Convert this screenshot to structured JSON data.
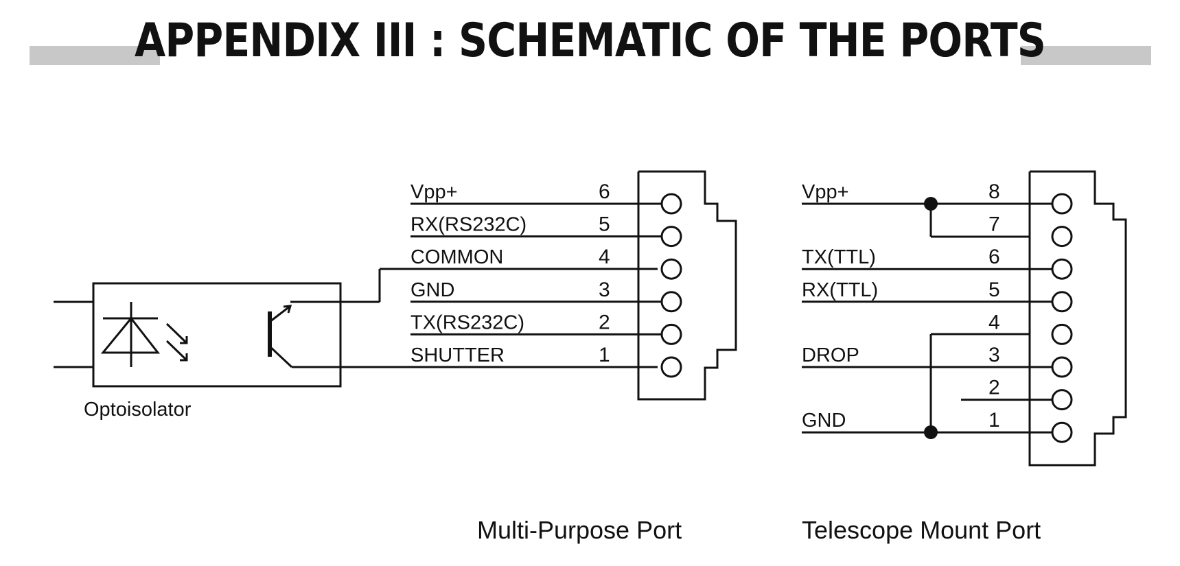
{
  "header": {
    "title": "APPENDIX III : SCHEMATIC OF THE PORTS",
    "bar_color": "#c8c8c8"
  },
  "optoisolator": {
    "label": "Optoisolator"
  },
  "multi_purpose_port": {
    "caption": "Multi-Purpose Port",
    "pins": [
      {
        "number": "6",
        "label": "Vpp+"
      },
      {
        "number": "5",
        "label": "RX(RS232C)"
      },
      {
        "number": "4",
        "label": "COMMON"
      },
      {
        "number": "3",
        "label": "GND"
      },
      {
        "number": "2",
        "label": "TX(RS232C)"
      },
      {
        "number": "1",
        "label": "SHUTTER"
      }
    ]
  },
  "telescope_mount_port": {
    "caption": "Telescope Mount Port",
    "pins": [
      {
        "number": "8",
        "label": "Vpp+"
      },
      {
        "number": "7",
        "label": ""
      },
      {
        "number": "6",
        "label": "TX(TTL)"
      },
      {
        "number": "5",
        "label": "RX(TTL)"
      },
      {
        "number": "4",
        "label": ""
      },
      {
        "number": "3",
        "label": "DROP"
      },
      {
        "number": "2",
        "label": ""
      },
      {
        "number": "1",
        "label": "GND"
      }
    ]
  }
}
